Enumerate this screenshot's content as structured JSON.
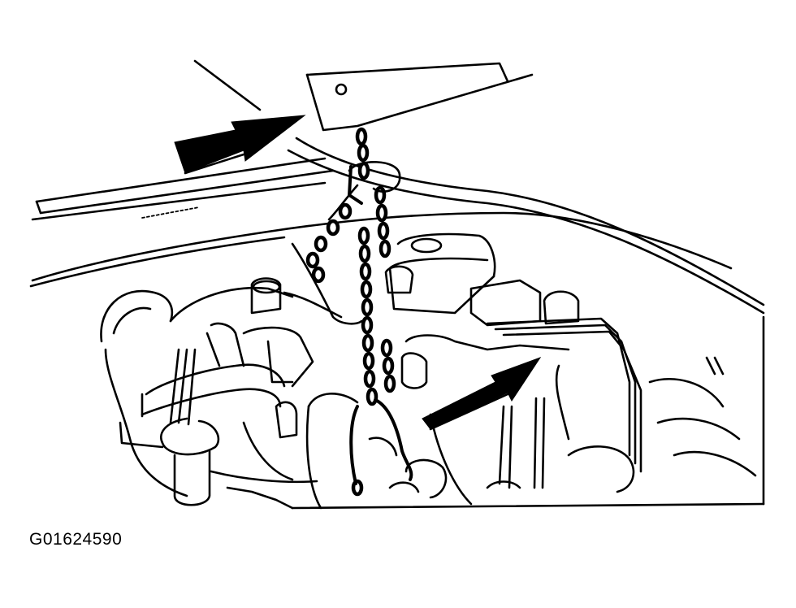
{
  "figure": {
    "code": "G01624590"
  },
  "colors": {
    "line": "#000000",
    "background": "#ffffff"
  },
  "callouts": [
    {
      "name": "upper-arrow",
      "icon": "arrow-right-icon",
      "points_to": "lift-bracket"
    },
    {
      "name": "lower-arrow",
      "icon": "arrow-left-icon",
      "points_to": "engine-hook"
    }
  ]
}
